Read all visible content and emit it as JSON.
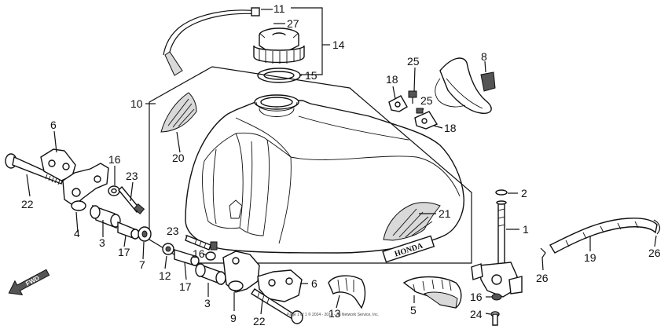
{
  "callouts": [
    {
      "id": "c11",
      "text": "11"
    },
    {
      "id": "c27",
      "text": "27"
    },
    {
      "id": "c14",
      "text": "14"
    },
    {
      "id": "c15",
      "text": "15"
    },
    {
      "id": "c8",
      "text": "8"
    },
    {
      "id": "c25a",
      "text": "25"
    },
    {
      "id": "c18a",
      "text": "18"
    },
    {
      "id": "c25b",
      "text": "25"
    },
    {
      "id": "c18b",
      "text": "18"
    },
    {
      "id": "c10",
      "text": "10"
    },
    {
      "id": "c20",
      "text": "20"
    },
    {
      "id": "c6a",
      "text": "6"
    },
    {
      "id": "c16a",
      "text": "16"
    },
    {
      "id": "c23a",
      "text": "23"
    },
    {
      "id": "c22a",
      "text": "22"
    },
    {
      "id": "c4",
      "text": "4"
    },
    {
      "id": "c3a",
      "text": "3"
    },
    {
      "id": "c17a",
      "text": "17"
    },
    {
      "id": "c7",
      "text": "7"
    },
    {
      "id": "c23b",
      "text": "23"
    },
    {
      "id": "c16b",
      "text": "16"
    },
    {
      "id": "c12",
      "text": "12"
    },
    {
      "id": "c17b",
      "text": "17"
    },
    {
      "id": "c3b",
      "text": "3"
    },
    {
      "id": "c9",
      "text": "9"
    },
    {
      "id": "c22b",
      "text": "22"
    },
    {
      "id": "c6b",
      "text": "6"
    },
    {
      "id": "c13",
      "text": "13"
    },
    {
      "id": "c5",
      "text": "5"
    },
    {
      "id": "c21",
      "text": "21"
    },
    {
      "id": "c2",
      "text": "2"
    },
    {
      "id": "c1",
      "text": "1"
    },
    {
      "id": "c19",
      "text": "19"
    },
    {
      "id": "c26a",
      "text": "26"
    },
    {
      "id": "c26b",
      "text": "26"
    },
    {
      "id": "c16c",
      "text": "16"
    },
    {
      "id": "c24",
      "text": "24"
    }
  ],
  "fwd_label": "FWD",
  "emblem_text": "HONDA",
  "copyright": "Page 1 of 1 © 2024 - 2018 - All Network Service, Inc."
}
